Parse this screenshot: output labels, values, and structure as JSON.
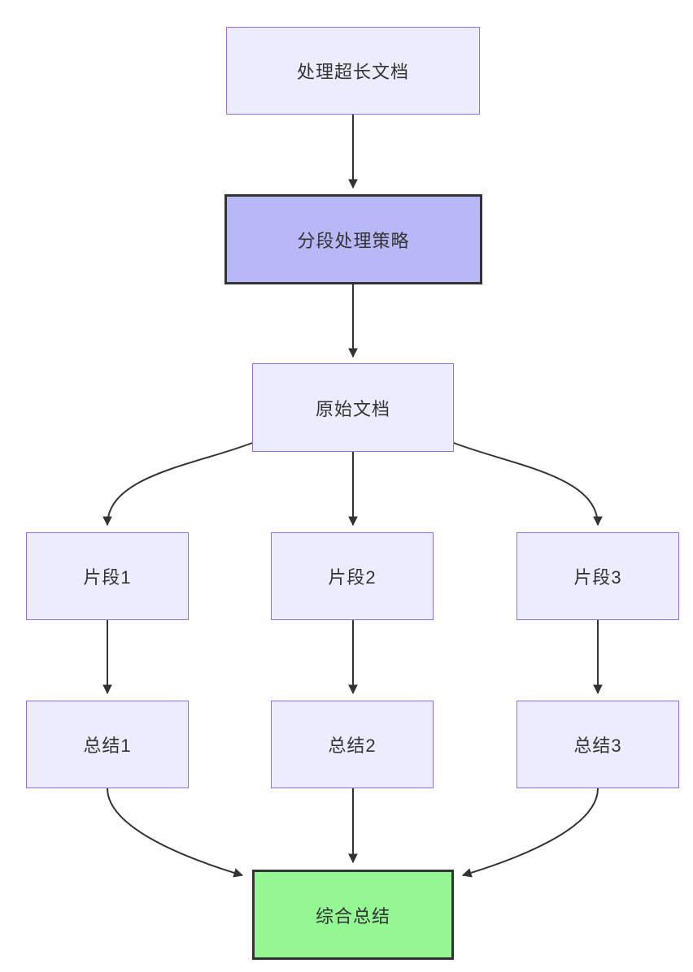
{
  "diagram": {
    "type": "flowchart",
    "direction": "top-down",
    "background": "#FFFFFF",
    "colors": {
      "node_fill": "#ECECFF",
      "node_border": "#9370DB",
      "emphasis_fill": "#B8B8F8",
      "emphasis_border": "#333333",
      "success_fill": "#94F794",
      "success_border": "#333333",
      "edge_stroke": "#333333",
      "text": "#333333"
    },
    "nodes": [
      {
        "id": "A",
        "label": "处理超长文档",
        "style": "default"
      },
      {
        "id": "B",
        "label": "分段处理策略",
        "style": "emphasis"
      },
      {
        "id": "C",
        "label": "原始文档",
        "style": "default"
      },
      {
        "id": "D",
        "label": "片段1",
        "style": "default"
      },
      {
        "id": "E",
        "label": "片段2",
        "style": "default"
      },
      {
        "id": "F",
        "label": "片段3",
        "style": "default"
      },
      {
        "id": "G",
        "label": "总结1",
        "style": "default"
      },
      {
        "id": "H",
        "label": "总结2",
        "style": "default"
      },
      {
        "id": "I",
        "label": "总结3",
        "style": "default"
      },
      {
        "id": "J",
        "label": "综合总结",
        "style": "success"
      }
    ],
    "edges": [
      {
        "from": "A",
        "to": "B"
      },
      {
        "from": "B",
        "to": "C"
      },
      {
        "from": "C",
        "to": "D"
      },
      {
        "from": "C",
        "to": "E"
      },
      {
        "from": "C",
        "to": "F"
      },
      {
        "from": "D",
        "to": "G"
      },
      {
        "from": "E",
        "to": "H"
      },
      {
        "from": "F",
        "to": "I"
      },
      {
        "from": "G",
        "to": "J"
      },
      {
        "from": "H",
        "to": "J"
      },
      {
        "from": "I",
        "to": "J"
      }
    ]
  }
}
